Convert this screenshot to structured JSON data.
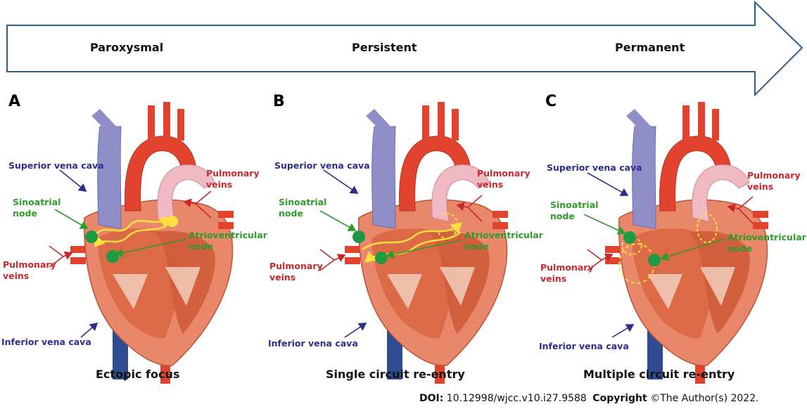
{
  "stages": [
    "Paroxysmal",
    "Persistent",
    "Permanent"
  ],
  "panels": [
    {
      "letter": "A",
      "caption": "Ectopic focus",
      "labels": {
        "svc": "Superior vena cava",
        "pv_right_1": "Pulmonary",
        "pv_right_2": "veins",
        "sa_1": "Sinoatrial",
        "sa_2": "node",
        "av_1": "Atrioventricular",
        "av_2": "node",
        "pv_left_1": "Pulmonary",
        "pv_left_2": "veins",
        "ivc": "Inferior vena cava"
      }
    },
    {
      "letter": "B",
      "caption": "Single circuit re-entry",
      "labels": {
        "svc": "Superior vena cava",
        "pv_right_1": "Pulmonary",
        "pv_right_2": "veins",
        "sa_1": "Sinoatrial",
        "sa_2": "node",
        "av_1": "Atrioventricular",
        "av_2": "node",
        "pv_left_1": "Pulmonary",
        "pv_left_2": "veins",
        "ivc": "Inferior vena cava"
      }
    },
    {
      "letter": "C",
      "caption": "Multiple circuit re-entry",
      "labels": {
        "svc": "Superior vena cava",
        "pv_right_1": "Pulmonary",
        "pv_right_2": "veins",
        "sa_1": "Sinoatrial",
        "sa_2": "node",
        "av_1": "Atrioventricular",
        "av_2": "node",
        "pv_left_1": "Pulmonary",
        "pv_left_2": "veins",
        "ivc": "Inferior vena cava"
      }
    }
  ],
  "footer": {
    "doi_label": "DOI:",
    "doi_value": "10.12998/wjcc.v10.i27.9588",
    "copyright_label": "Copyright",
    "copyright_value": "©The Author(s) 2022."
  },
  "colors": {
    "arrow_stroke": "#2e5e8a",
    "label_blue": "#2b2f8c",
    "label_red": "#c8282d",
    "label_green": "#2f9b2a",
    "node_green": "#1f9a44",
    "impulse_yellow": "#ffe040",
    "heart_muscle": "#e9876a",
    "vessel_blue": "#8f8ec8",
    "vessel_red": "#e2432f"
  }
}
